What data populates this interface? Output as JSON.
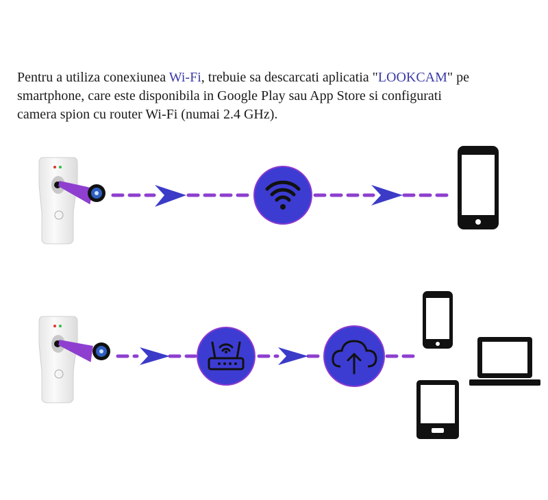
{
  "intro": {
    "line1_pre": "Pentru a utiliza conexiunea ",
    "line1_wifi": "Wi-Fi",
    "line1_mid": ", trebuie sa descarcati aplicatia \"",
    "line1_app": "LOOKCAM",
    "line1_post": "\" pe",
    "line2": "smartphone, care este disponibila in Google Play sau App Store si configurati",
    "line3": "camera spion cu router Wi-Fi (numai 2.4 GHz)."
  },
  "colors": {
    "dash": "#8e3fcf",
    "arrow": "#3b3bc8",
    "circle": "#3c3cd2",
    "circle_border": "#8a3ad0",
    "highlight": "#3a3aa8"
  },
  "diagram": {
    "row1": [
      "camera",
      "wifi",
      "smartphone"
    ],
    "row2": [
      "camera",
      "router",
      "cloud-upload",
      "smartphone",
      "laptop",
      "tablet"
    ]
  }
}
